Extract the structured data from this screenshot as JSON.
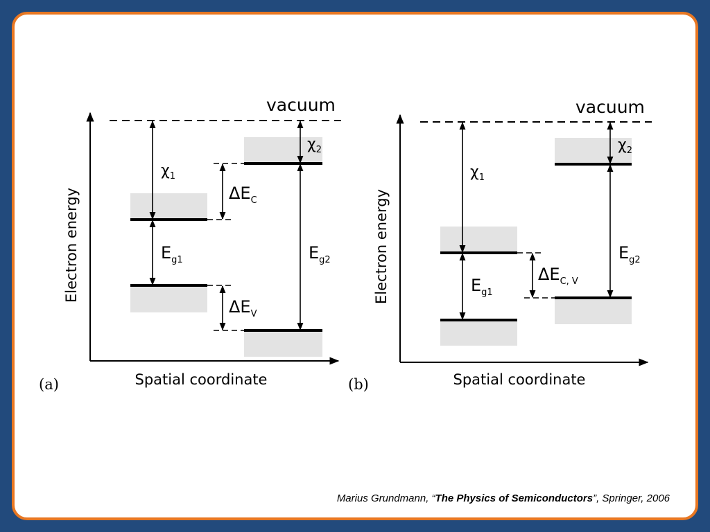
{
  "colors": {
    "background": "#224a7c",
    "border": "#e87722",
    "band_fill": "#e3e3e3"
  },
  "panels": [
    {
      "id": "a",
      "panel_label": "(a)",
      "y_axis_label": "Electron energy",
      "x_axis_label": "Spatial coordinate",
      "vacuum_label": "vacuum",
      "chi1": "χ",
      "chi1_sub": "1",
      "chi2": "χ",
      "chi2_sub": "2",
      "eg1": "E",
      "eg1_sub": "g1",
      "eg2": "E",
      "eg2_sub": "g2",
      "delta_c": "ΔE",
      "delta_c_sub": "C",
      "delta_v": "ΔE",
      "delta_v_sub": "V"
    },
    {
      "id": "b",
      "panel_label": "(b)",
      "y_axis_label": "Electron energy",
      "x_axis_label": "Spatial coordinate",
      "vacuum_label": "vacuum",
      "chi1": "χ",
      "chi1_sub": "1",
      "chi2": "χ",
      "chi2_sub": "2",
      "eg1": "E",
      "eg1_sub": "g1",
      "eg2": "E",
      "eg2_sub": "g2",
      "delta_cv": "ΔE",
      "delta_cv_sub": "C, V"
    }
  ],
  "citation": {
    "prefix": "Marius Grundmann, “",
    "title": "The Physics of Semiconductors",
    "suffix": "”, Springer, 2006"
  }
}
